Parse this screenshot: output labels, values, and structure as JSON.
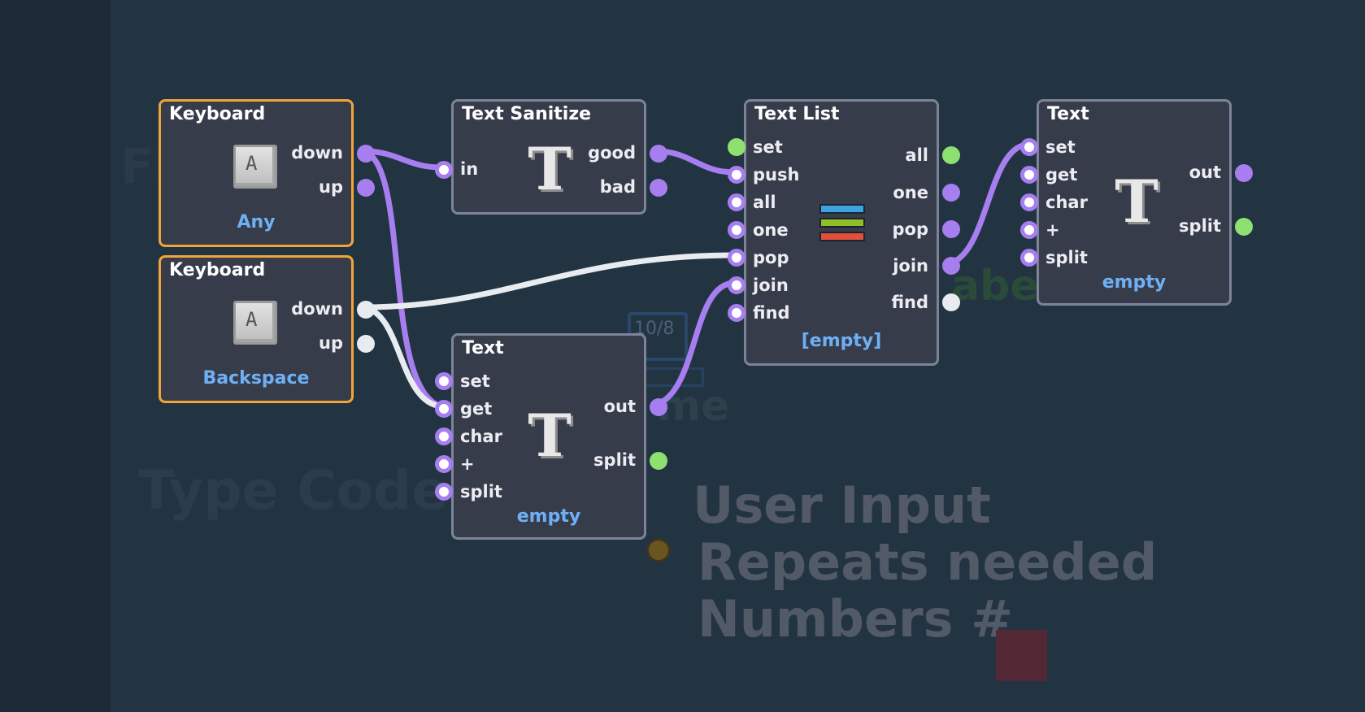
{
  "background": {
    "texts": [
      "Fl",
      "Type Code",
      "me",
      "abe",
      "User Input",
      "Repeats needed",
      "Numbers #"
    ],
    "widget_counter": "10/8"
  },
  "colors": {
    "canvas": "#223441",
    "node_fill": "#373c4b",
    "node_border": "#7d8499",
    "keyboard_border": "#f0a53a",
    "port_purple": "#a77ef0",
    "port_green": "#8ee070",
    "port_white": "#e8ebf0",
    "value_blue": "#6fb0f5"
  },
  "nodes": {
    "keyboard1": {
      "title": "Keyboard",
      "key_glyph": "A",
      "icon": "keyboard-key-icon",
      "outputs": [
        "down",
        "up"
      ],
      "value": "Any"
    },
    "keyboard2": {
      "title": "Keyboard",
      "key_glyph": "A",
      "icon": "keyboard-key-icon",
      "outputs": [
        "down",
        "up"
      ],
      "value": "Backspace"
    },
    "sanitize": {
      "title": "Text Sanitize",
      "icon": "text-t-icon",
      "icon_glyph": "T",
      "inputs": [
        "in"
      ],
      "outputs": [
        "good",
        "bad"
      ]
    },
    "text_list": {
      "title": "Text List",
      "icon": "list-stack-icon",
      "inputs": [
        "set",
        "push",
        "all",
        "one",
        "pop",
        "join",
        "find"
      ],
      "outputs": [
        "all",
        "one",
        "pop",
        "join",
        "find"
      ],
      "value": "[empty]"
    },
    "text_right": {
      "title": "Text",
      "icon": "text-t-icon",
      "icon_glyph": "T",
      "inputs": [
        "set",
        "get",
        "char",
        "+",
        "split"
      ],
      "outputs": [
        "out",
        "split"
      ],
      "value": "empty"
    },
    "text_bottom": {
      "title": "Text",
      "icon": "text-t-icon",
      "icon_glyph": "T",
      "inputs": [
        "set",
        "get",
        "char",
        "+",
        "split"
      ],
      "outputs": [
        "out",
        "split"
      ],
      "value": "empty"
    }
  }
}
